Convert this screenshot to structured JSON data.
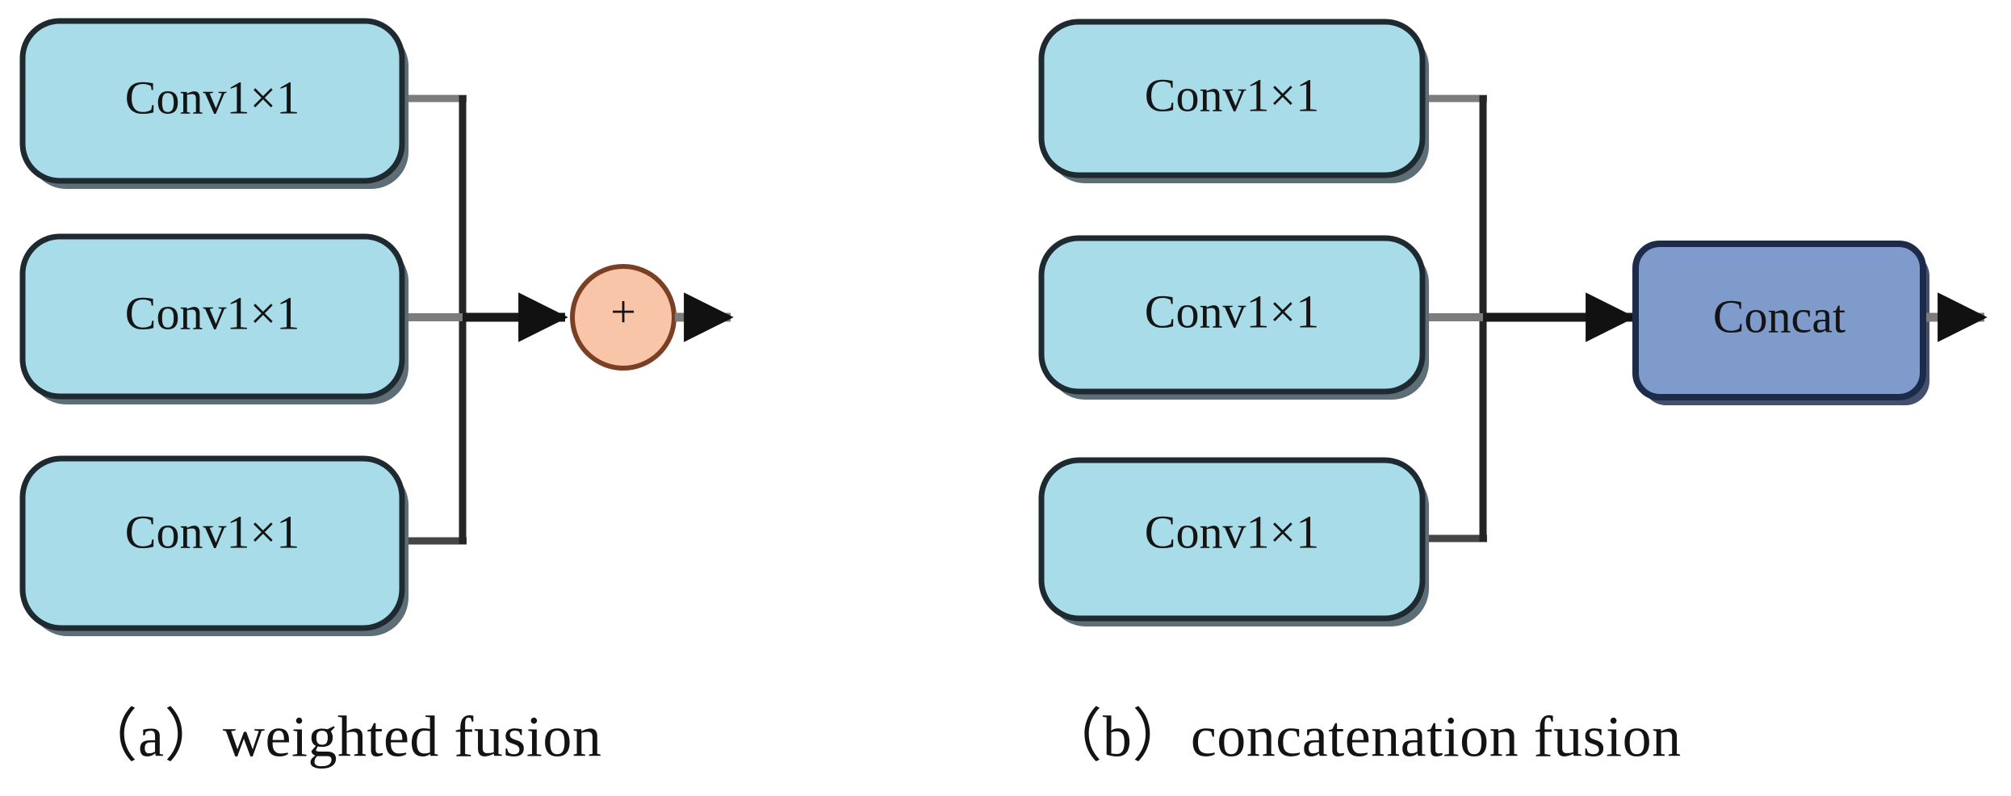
{
  "figure": {
    "background_color": "#ffffff",
    "panels": [
      {
        "id": "panel-a",
        "caption": "（a）weighted fusion",
        "fusion_type": "weighted",
        "inputs": [
          {
            "label": "Conv1×1"
          },
          {
            "label": "Conv1×1"
          },
          {
            "label": "Conv1×1"
          }
        ],
        "operator": {
          "label": "+",
          "shape": "circle",
          "fill": "#F9C5A9",
          "stroke": "#7A3F25"
        },
        "output": {
          "arrow": "right-arrow"
        }
      },
      {
        "id": "panel-b",
        "caption": "（b）concatenation fusion",
        "fusion_type": "concatenation",
        "inputs": [
          {
            "label": "Conv1×1"
          },
          {
            "label": "Conv1×1"
          },
          {
            "label": "Conv1×1"
          }
        ],
        "operator": {
          "label": "Concat",
          "shape": "rounded-rect",
          "fill": "#7F9BCC",
          "stroke": "#1C2B4A"
        },
        "output": {
          "arrow": "right-arrow"
        }
      }
    ],
    "colors": {
      "conv_fill": "#A7DCE8",
      "conv_stroke": "#1E2A30",
      "conv_shadow": "#5A6A72",
      "add_fill": "#F9C5A9",
      "add_stroke": "#7A3F25",
      "concat_fill": "#7F9BCC",
      "concat_stroke": "#1C2B4A",
      "line_gray": "#7C7C7C",
      "line_dark": "#252525",
      "text": "#131313"
    }
  }
}
